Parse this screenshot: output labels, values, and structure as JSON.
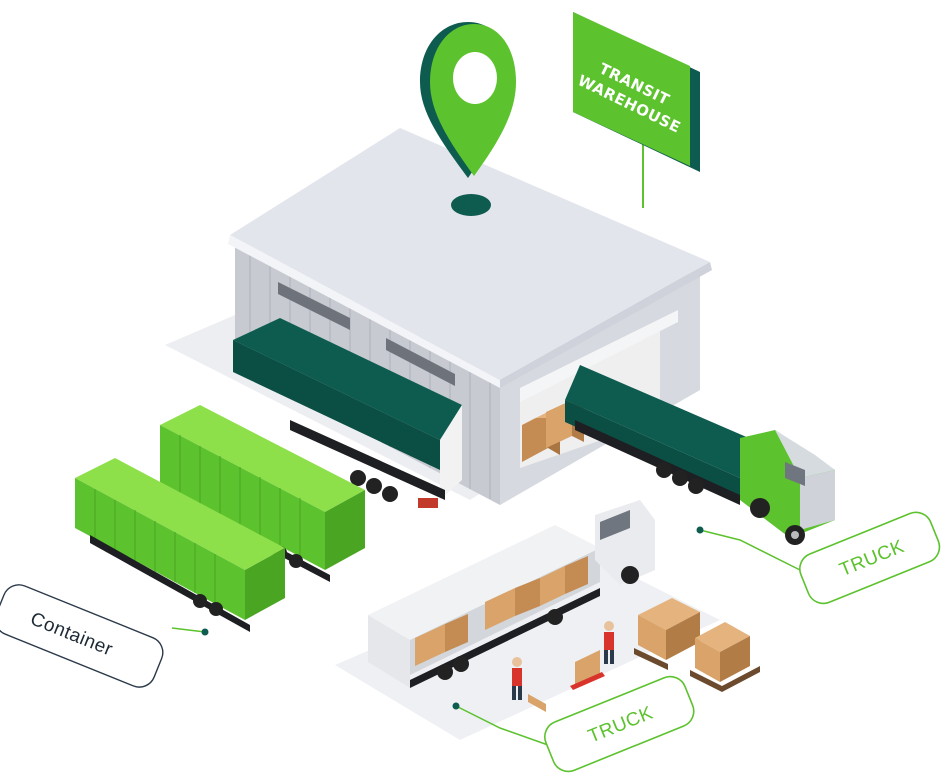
{
  "sign": {
    "line1": "TRANSIT",
    "line2": "WAREHOUSE"
  },
  "callouts": {
    "container": "Container",
    "truck_right": "TRUCK",
    "truck_bottom": "TRUCK"
  },
  "colors": {
    "accent_green": "#5cc22e",
    "dark_teal": "#0e5c4f",
    "light_green": "#8ee04a",
    "roof": "#dfe2ea",
    "wall": "#c9ccd2",
    "box": "#d9a36a"
  },
  "icons": {
    "pin": "map-pin-icon"
  }
}
